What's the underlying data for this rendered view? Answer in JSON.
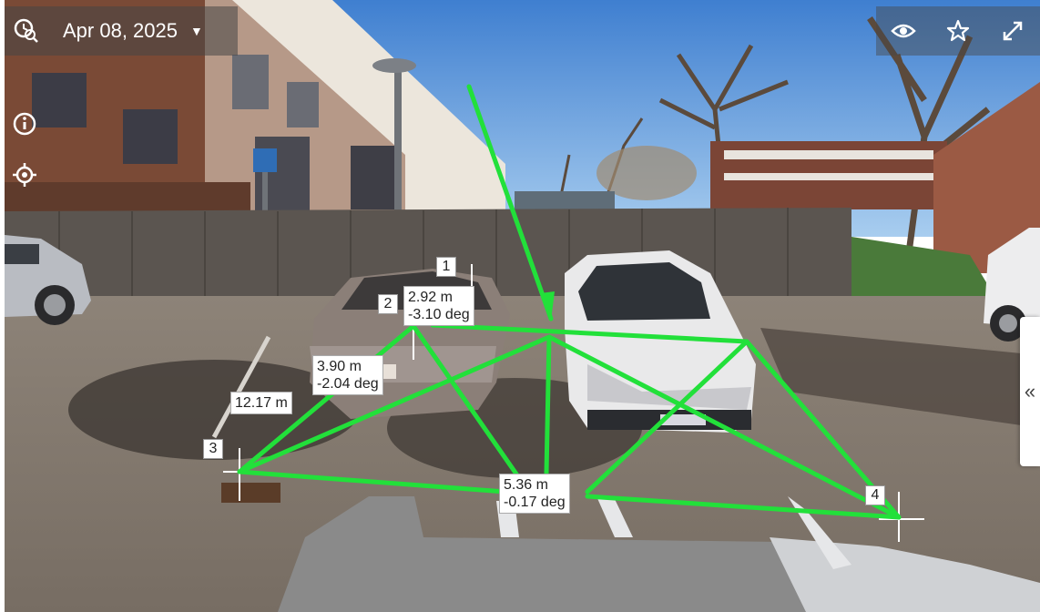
{
  "toolbar": {
    "date": "Apr 08, 2025",
    "history_icon": "history-search-icon",
    "caret_icon": "chevron-down-icon"
  },
  "left_tools": [
    {
      "icon": "info-icon"
    },
    {
      "icon": "crosshair-locate-icon"
    }
  ],
  "right_tools": [
    {
      "icon": "eye-icon"
    },
    {
      "icon": "star-icon"
    },
    {
      "icon": "expand-icon"
    }
  ],
  "side_panel": {
    "toggle_label": "«"
  },
  "measurement": {
    "line_color": "#22e03a",
    "markers": [
      "1",
      "2",
      "3",
      "4"
    ],
    "labels": {
      "m1_distance": "2.92 m",
      "m1_angle": "-3.10 deg",
      "m2_distance": "3.90 m",
      "m2_angle": "-2.04 deg",
      "m3_distance": "12.17 m",
      "m4_distance": "5.36 m",
      "m4_angle": "-0.17 deg"
    }
  },
  "colors": {
    "sky": "#4f8fd8",
    "pavement": "#8a7f73",
    "fence": "#5b5550",
    "toolbar_bg": "#464646"
  }
}
